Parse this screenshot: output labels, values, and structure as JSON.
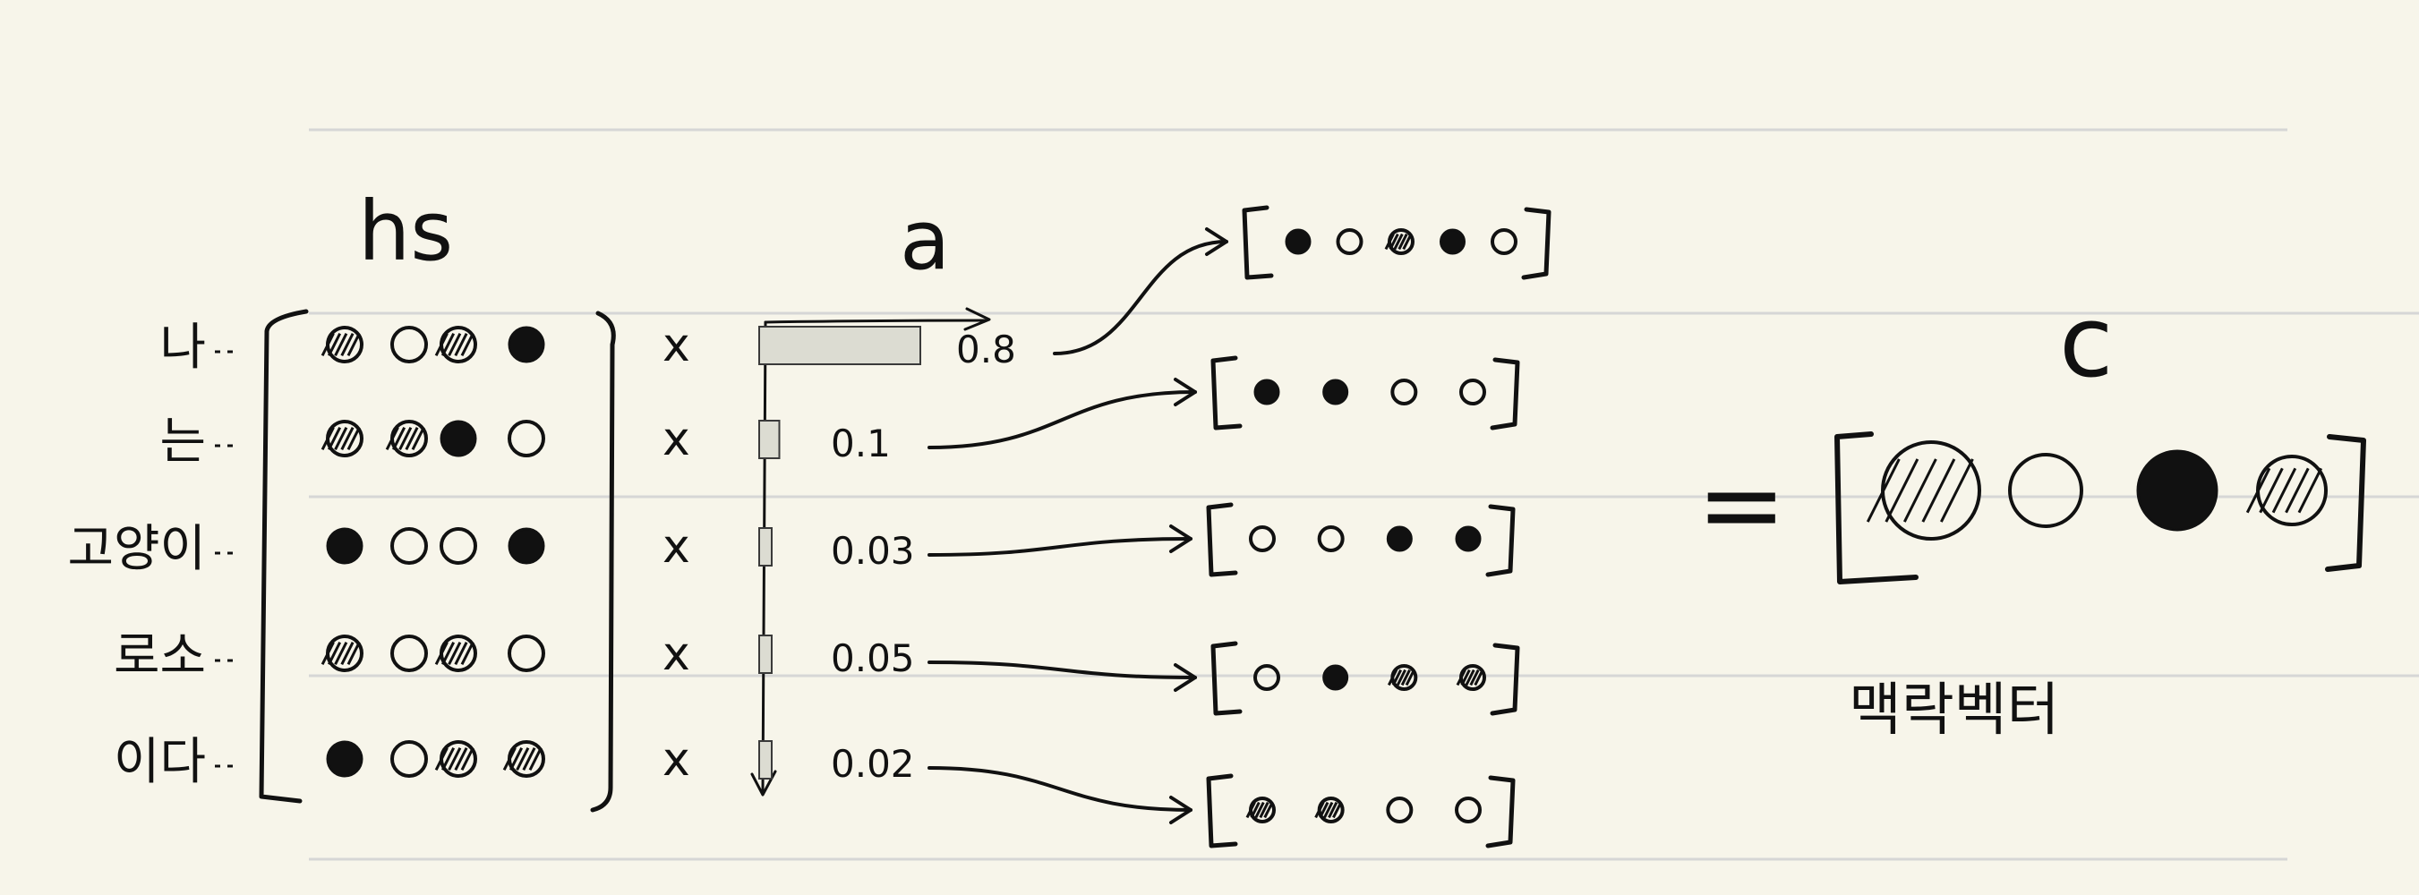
{
  "diagram": {
    "matrix_label": "hs",
    "weights_label": "a",
    "result_label": "c",
    "result_caption": "맥락벡터",
    "equals_sign": "=",
    "times_sign": "x",
    "rows": [
      {
        "word": "나",
        "weight": 0.8,
        "weight_label": "0.8",
        "dots": [
          "hatched",
          "hollow",
          "hatched",
          "filled"
        ],
        "scaled_dots": [
          "filled",
          "hollow",
          "hatched",
          "filled",
          "hollow"
        ]
      },
      {
        "word": "는",
        "weight": 0.1,
        "weight_label": "0.1",
        "dots": [
          "hatched",
          "hatched",
          "filled",
          "hollow"
        ],
        "scaled_dots": [
          "filled",
          "filled",
          "hollow",
          "hollow"
        ]
      },
      {
        "word": "고양이",
        "weight": 0.03,
        "weight_label": "0.03",
        "dots": [
          "filled",
          "hollow",
          "hollow",
          "filled"
        ],
        "scaled_dots": [
          "hollow",
          "hollow",
          "filled",
          "filled"
        ]
      },
      {
        "word": "로소",
        "weight": 0.05,
        "weight_label": "0.05",
        "dots": [
          "hatched",
          "hollow",
          "hatched",
          "hollow"
        ],
        "scaled_dots": [
          "hollow",
          "filled",
          "hatched",
          "hatched"
        ]
      },
      {
        "word": "이다",
        "weight": 0.02,
        "weight_label": "0.02",
        "dots": [
          "filled",
          "hollow",
          "hatched",
          "hatched"
        ],
        "scaled_dots": [
          "hatched",
          "hatched",
          "hollow",
          "hollow"
        ]
      }
    ],
    "result_dots": [
      "hatched",
      "hollow",
      "filled",
      "hatched"
    ]
  }
}
